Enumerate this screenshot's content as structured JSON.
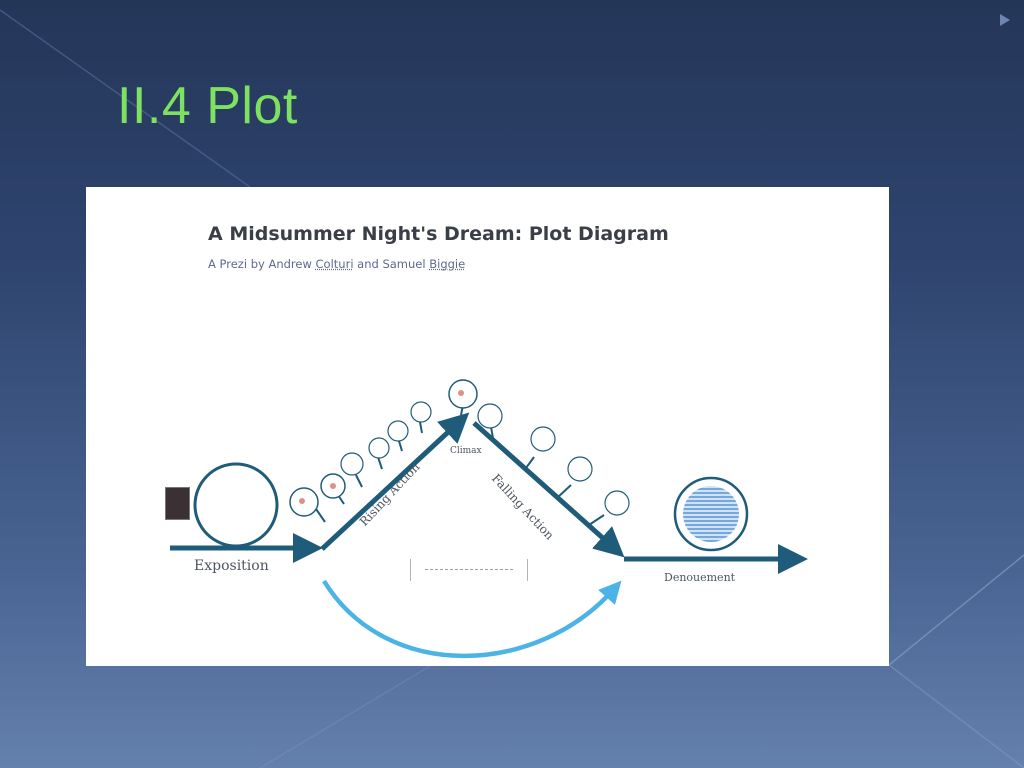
{
  "slide": {
    "title": "II.4 Plot"
  },
  "diagram": {
    "title": "A Midsummer Night's Dream: Plot Diagram",
    "byline_prefix": "A Prezi by Andrew ",
    "author1_surname": "Colturi",
    "byline_middle": " and Samuel ",
    "author2_surname": "Biggie",
    "stages": {
      "exposition": "Exposition",
      "rising_action": "Rising Action",
      "climax": "Climax",
      "falling_action": "Falling Action",
      "denouement": "Denouement"
    }
  },
  "colors": {
    "title_green": "#7ee15f",
    "arrow_dark_teal": "#1f5c7a",
    "arrow_light_blue": "#4cb3e6",
    "panel_white": "#ffffff"
  }
}
